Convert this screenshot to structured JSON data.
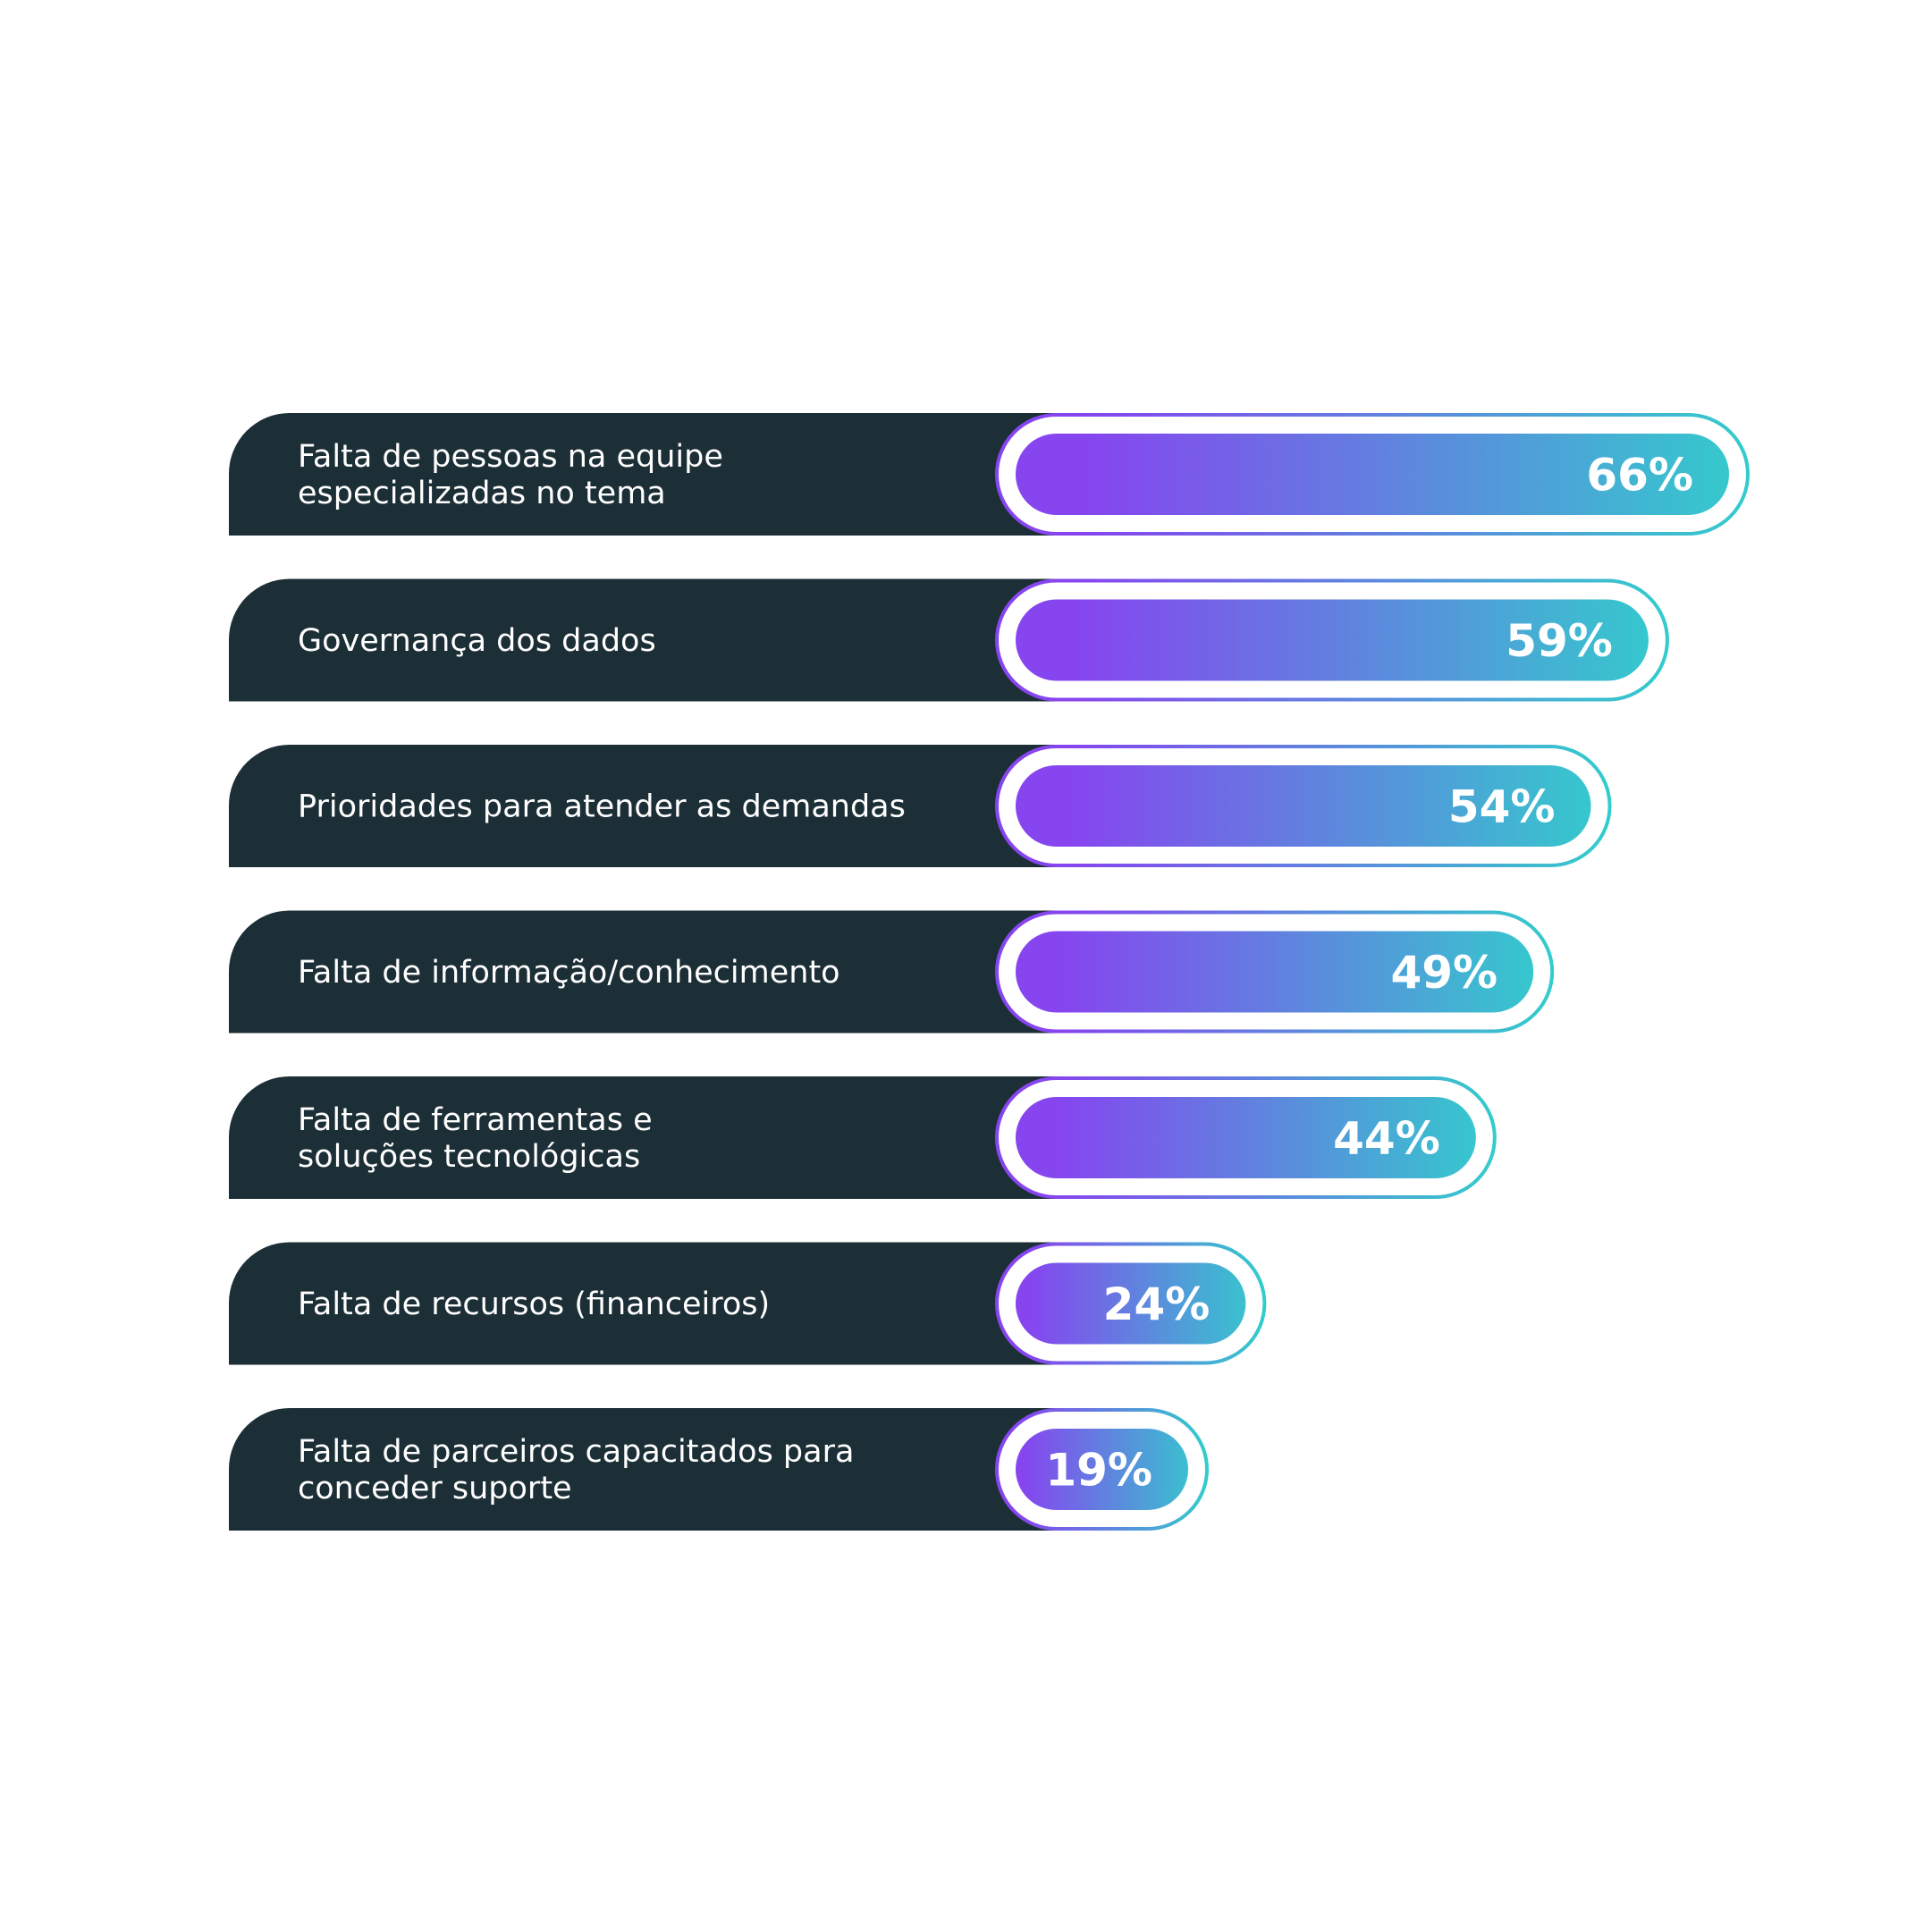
{
  "chart_data": {
    "type": "bar",
    "orientation": "horizontal",
    "categories": [
      [
        "Falta de pessoas na equipe",
        "especializadas no tema"
      ],
      [
        "Governança dos dados"
      ],
      [
        "Prioridades para atender as demandas"
      ],
      [
        "Falta de informação/conhecimento"
      ],
      [
        "Falta de ferramentas e",
        "soluções tecnológicas"
      ],
      [
        "Falta de recursos (financeiros)"
      ],
      [
        "Falta de parceiros capacitados para",
        "conceder suporte"
      ]
    ],
    "values": [
      66,
      59,
      54,
      49,
      44,
      24,
      19
    ],
    "value_labels": [
      "66%",
      "59%",
      "54%",
      "49%",
      "44%",
      "24%",
      "19%"
    ],
    "unit": "%",
    "xlim": [
      0,
      100
    ],
    "grid": false,
    "legend": "none",
    "colors": {
      "label_panel": "#1c2e36",
      "bar_gradient_start": "#8645ef",
      "bar_gradient_end": "#33cccc",
      "capsule_fill": "#ffffff",
      "value_text": "#ffffff",
      "label_text": "#ffffff"
    }
  }
}
